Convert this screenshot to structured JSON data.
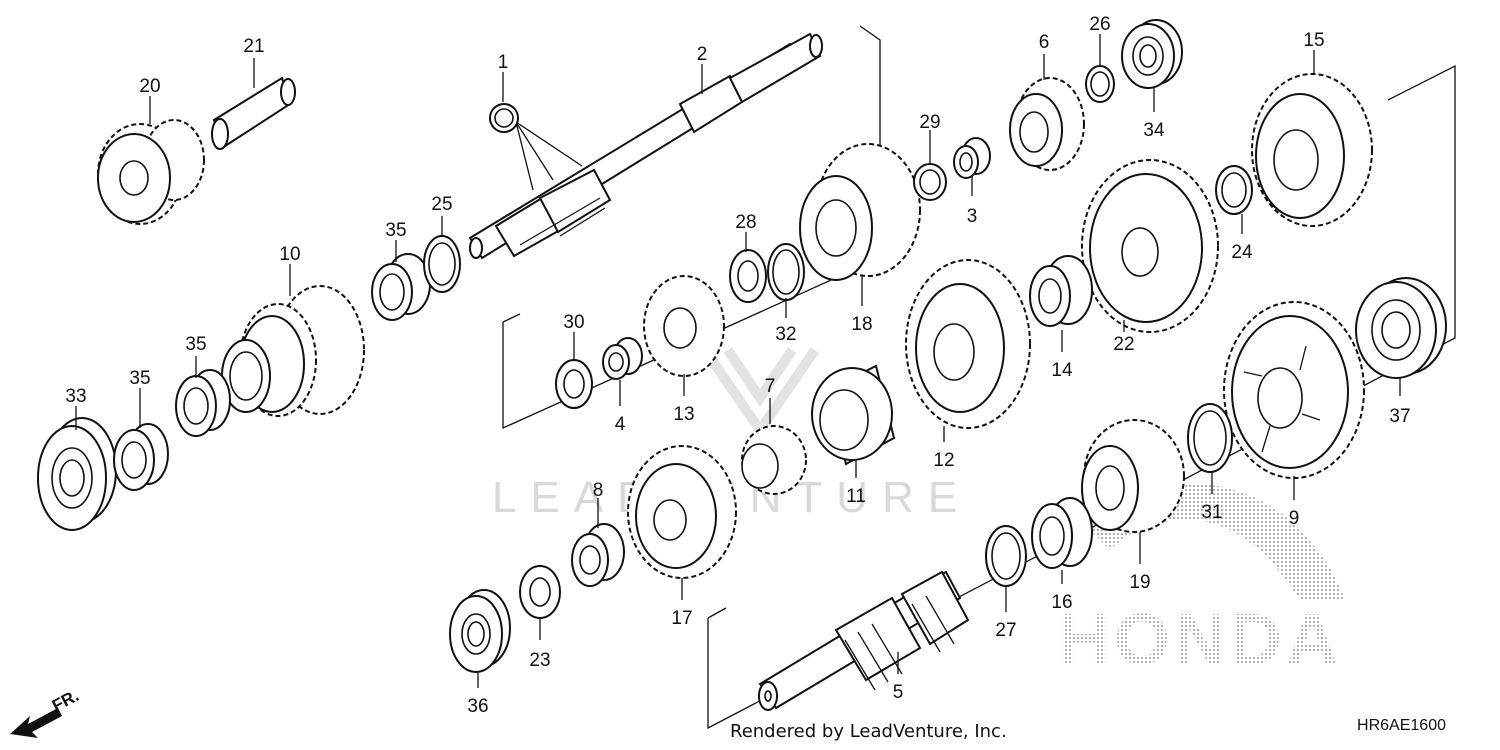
{
  "diagram": {
    "callouts": [
      {
        "id": "c1",
        "text": "1"
      },
      {
        "id": "c2",
        "text": "2"
      },
      {
        "id": "c3",
        "text": "3"
      },
      {
        "id": "c4",
        "text": "4"
      },
      {
        "id": "c5",
        "text": "5"
      },
      {
        "id": "c6",
        "text": "6"
      },
      {
        "id": "c7",
        "text": "7"
      },
      {
        "id": "c8",
        "text": "8"
      },
      {
        "id": "c9",
        "text": "9"
      },
      {
        "id": "c10",
        "text": "10"
      },
      {
        "id": "c11",
        "text": "11"
      },
      {
        "id": "c12",
        "text": "12"
      },
      {
        "id": "c13",
        "text": "13"
      },
      {
        "id": "c14",
        "text": "14"
      },
      {
        "id": "c15",
        "text": "15"
      },
      {
        "id": "c16",
        "text": "16"
      },
      {
        "id": "c17",
        "text": "17"
      },
      {
        "id": "c18",
        "text": "18"
      },
      {
        "id": "c19",
        "text": "19"
      },
      {
        "id": "c20",
        "text": "20"
      },
      {
        "id": "c21",
        "text": "21"
      },
      {
        "id": "c22",
        "text": "22"
      },
      {
        "id": "c23",
        "text": "23"
      },
      {
        "id": "c24",
        "text": "24"
      },
      {
        "id": "c25",
        "text": "25"
      },
      {
        "id": "c26",
        "text": "26"
      },
      {
        "id": "c27",
        "text": "27"
      },
      {
        "id": "c28",
        "text": "28"
      },
      {
        "id": "c29",
        "text": "29"
      },
      {
        "id": "c30",
        "text": "30"
      },
      {
        "id": "c31",
        "text": "31"
      },
      {
        "id": "c32",
        "text": "32"
      },
      {
        "id": "c33",
        "text": "33"
      },
      {
        "id": "c34",
        "text": "34"
      },
      {
        "id": "c35a",
        "text": "35"
      },
      {
        "id": "c35b",
        "text": "35"
      },
      {
        "id": "c35c",
        "text": "35"
      },
      {
        "id": "c36",
        "text": "36"
      },
      {
        "id": "c37",
        "text": "37"
      }
    ],
    "direction_label": "FR.",
    "credit": "Rendered by LeadVenture, Inc.",
    "diagram_code": "HR6AE1600",
    "watermark": "LEADVENTURE",
    "brand_mark": "HONDA"
  }
}
